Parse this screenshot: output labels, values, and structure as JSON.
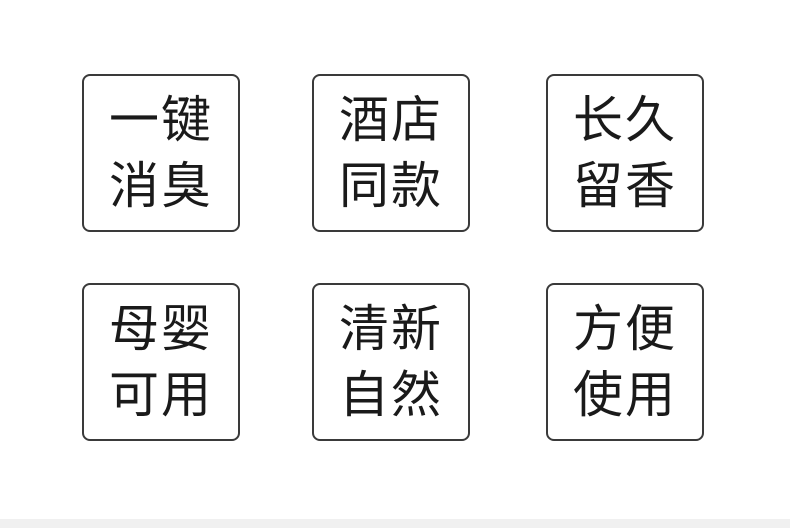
{
  "features": [
    {
      "line1": "一键",
      "line2": "消臭"
    },
    {
      "line1": "酒店",
      "line2": "同款"
    },
    {
      "line1": "长久",
      "line2": "留香"
    },
    {
      "line1": "母婴",
      "line2": "可用"
    },
    {
      "line1": "清新",
      "line2": "自然"
    },
    {
      "line1": "方便",
      "line2": "使用"
    }
  ],
  "colors": {
    "border": "#3a3a3a",
    "text": "#1a1a1a",
    "background": "#ffffff"
  }
}
